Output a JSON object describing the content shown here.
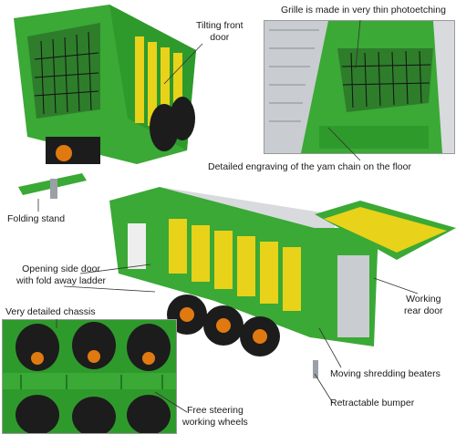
{
  "callouts": {
    "tilting_front_door": "Tilting front\ndoor",
    "grille": "Grille is made in very thin photoetching",
    "engraving": "Detailed engraving of the yam chain on the floor",
    "folding_stand": "Folding stand",
    "opening_side_door": "Opening side door\nwith fold away ladder",
    "chassis": "Very detailed chassis",
    "working_rear_door": "Working\nrear door",
    "shredding_beaters": "Moving shredding beaters",
    "retractable_bumper": "Retractable bumper",
    "steering_wheels": "Free steering\nworking wheels"
  },
  "colors": {
    "body_green": "#3aa935",
    "dark_green": "#1f7a22",
    "panel_yellow": "#e8d21a",
    "tyre": "#1c1c1c",
    "hub_orange": "#e07a10",
    "metal": "#c9ccd0"
  }
}
